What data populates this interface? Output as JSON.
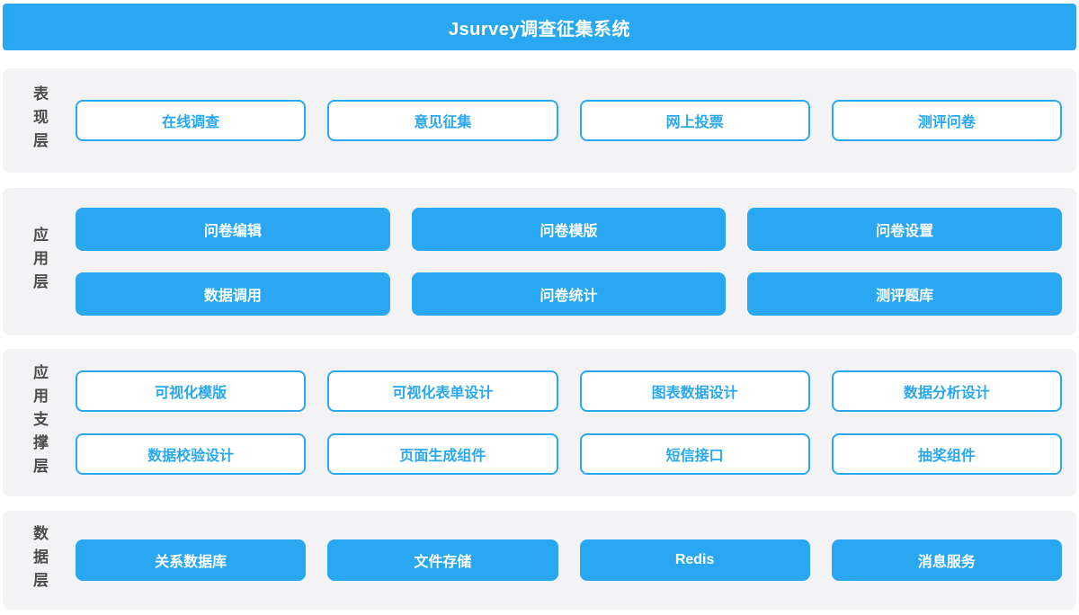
{
  "header": {
    "title": "Jsurvey调查征集系统"
  },
  "colors": {
    "primary_blue": "#29a7f1",
    "section_bg": "#f3f3f5",
    "label_gray": "#4b4b4b",
    "page_bg": "#ffffff",
    "filled_box_text": "#ffffff"
  },
  "layers": [
    {
      "label": "表现层",
      "box_style": "outlined",
      "rows": [
        [
          "在线调查",
          "意见征集",
          "网上投票",
          "测评问卷"
        ]
      ]
    },
    {
      "label": "应用层",
      "box_style": "filled",
      "rows": [
        [
          "问卷编辑",
          "问卷模版",
          "问卷设置"
        ],
        [
          "数据调用",
          "问卷统计",
          "测评题库"
        ]
      ]
    },
    {
      "label": "应用支撑层",
      "box_style": "outlined",
      "rows": [
        [
          "可视化模版",
          "可视化表单设计",
          "图表数据设计",
          "数据分析设计"
        ],
        [
          "数据校验设计",
          "页面生成组件",
          "短信接口",
          "抽奖组件"
        ]
      ]
    },
    {
      "label": "数据层",
      "box_style": "filled",
      "rows": [
        [
          "关系数据库",
          "文件存储",
          "Redis",
          "消息服务"
        ]
      ]
    }
  ]
}
